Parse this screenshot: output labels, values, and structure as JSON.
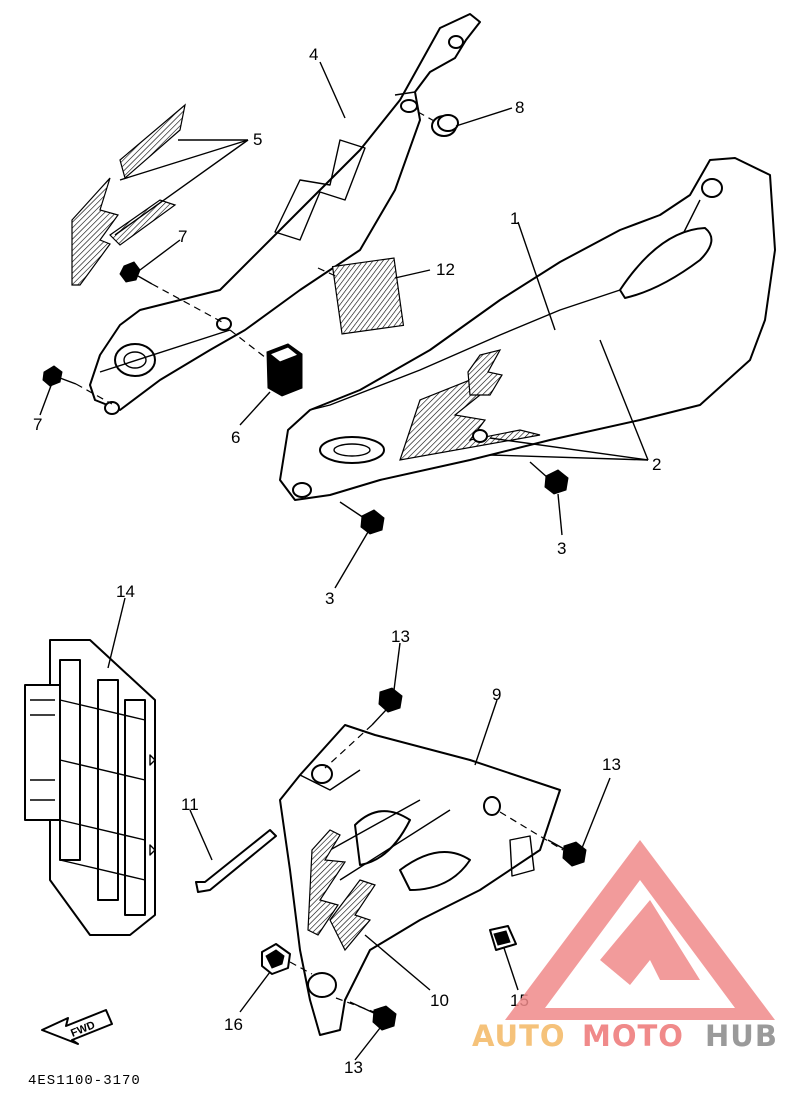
{
  "diagram": {
    "drawing_code": "4ES1100-3170",
    "fwd_label": "FWD",
    "callouts": {
      "c1": "1",
      "c2": "2",
      "c3a": "3",
      "c3b": "3",
      "c4": "4",
      "c5": "5",
      "c6": "6",
      "c7a": "7",
      "c7b": "7",
      "c8": "8",
      "c9": "9",
      "c10": "10",
      "c11": "11",
      "c12": "12",
      "c13a": "13",
      "c13b": "13",
      "c13c": "13",
      "c14": "14",
      "c15": "15",
      "c16": "16"
    }
  },
  "watermark": {
    "part1": "AUTO",
    "part2": "MOTO",
    "part3": "HUB",
    "colors": {
      "orange": "#f5c27a",
      "red": "#f08a8a",
      "gray": "#9a9a9a"
    }
  }
}
